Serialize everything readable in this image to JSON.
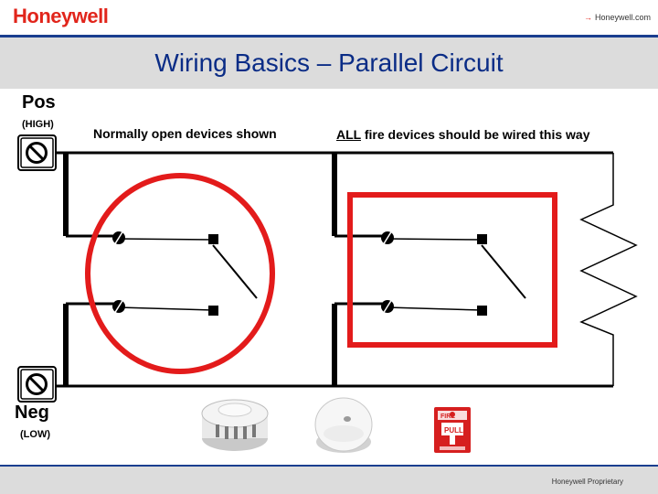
{
  "header": {
    "logo": "Honeywell",
    "link": "Honeywell.com"
  },
  "title": "Wiring Basics – Parallel Circuit",
  "terminals": {
    "pos_label": "Pos",
    "pos_sub": "(HIGH)",
    "neg_label": "Neg",
    "neg_sub": "(LOW)"
  },
  "captions": {
    "left": "Normally open devices shown",
    "right_emphasis": "ALL",
    "right_rest": " fire devices should be wired this way"
  },
  "devices": {
    "pull_station_text": "PULL",
    "pull_station_fire": "FIRE"
  },
  "footer": {
    "text": "Honeywell Proprietary"
  },
  "colors": {
    "brand_red": "#e1251b",
    "title_blue": "#0a2c86",
    "highlight_red": "#e31b1b"
  }
}
